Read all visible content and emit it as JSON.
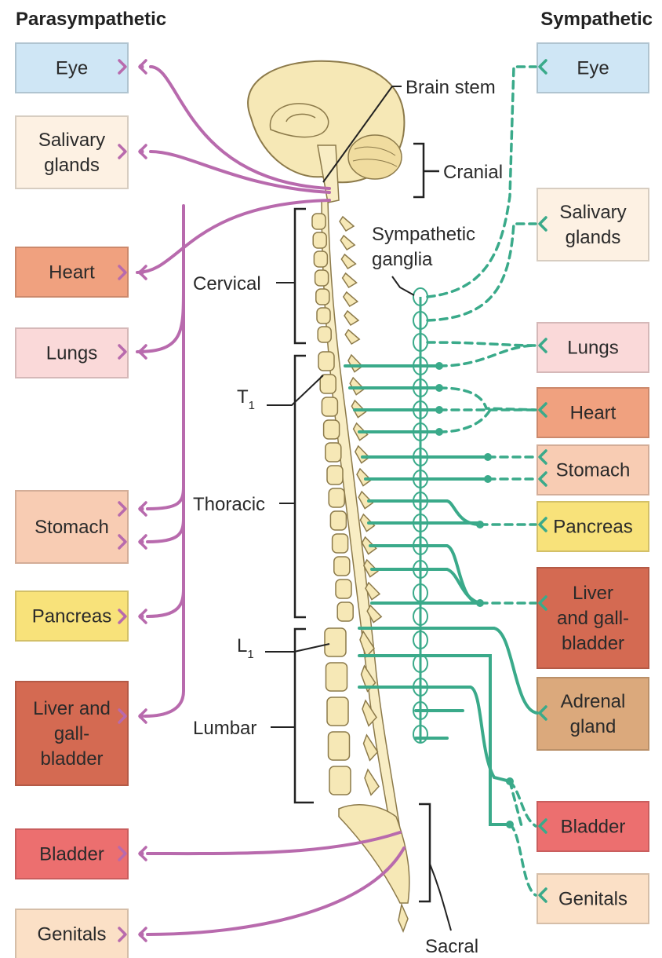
{
  "headings": {
    "left": "Parasympathetic",
    "right": "Sympathetic"
  },
  "parasympathetic_organs": [
    {
      "lines": [
        "Eye"
      ],
      "color": "#cfe6f5"
    },
    {
      "lines": [
        "Salivary",
        "glands"
      ],
      "color": "#fdf1e3"
    },
    {
      "lines": [
        "Heart"
      ],
      "color": "#f0a17f"
    },
    {
      "lines": [
        "Lungs"
      ],
      "color": "#fad9d9"
    },
    {
      "lines": [
        "Stomach"
      ],
      "color": "#f8ccb3"
    },
    {
      "lines": [
        "Pancreas"
      ],
      "color": "#f8e27a"
    },
    {
      "lines": [
        "Liver and",
        "gall-",
        "bladder"
      ],
      "color": "#d46a52"
    },
    {
      "lines": [
        "Bladder"
      ],
      "color": "#ec6f6f"
    },
    {
      "lines": [
        "Genitals"
      ],
      "color": "#fbe0c6"
    }
  ],
  "sympathetic_organs": [
    {
      "lines": [
        "Eye"
      ],
      "color": "#cfe6f5"
    },
    {
      "lines": [
        "Salivary",
        "glands"
      ],
      "color": "#fdf1e3"
    },
    {
      "lines": [
        "Lungs"
      ],
      "color": "#fad9d9"
    },
    {
      "lines": [
        "Heart"
      ],
      "color": "#f0a17f"
    },
    {
      "lines": [
        "Stomach"
      ],
      "color": "#f8ccb3"
    },
    {
      "lines": [
        "Pancreas"
      ],
      "color": "#f8e27a"
    },
    {
      "lines": [
        "Liver",
        "and gall-",
        "bladder"
      ],
      "color": "#d46a52"
    },
    {
      "lines": [
        "Adrenal",
        "gland"
      ],
      "color": "#dba97c"
    },
    {
      "lines": [
        "Bladder"
      ],
      "color": "#ec6f6f"
    },
    {
      "lines": [
        "Genitals"
      ],
      "color": "#fbe0c6"
    }
  ],
  "regions": {
    "brain_stem": "Brain stem",
    "cranial": "Cranial",
    "sympathetic_ganglia": [
      "Sympathetic",
      "ganglia"
    ],
    "cervical": "Cervical",
    "t1_letter": "T",
    "t1_sub": "1",
    "thoracic": "Thoracic",
    "l1_letter": "L",
    "l1_sub": "1",
    "lumbar": "Lumbar",
    "sacral": "Sacral"
  },
  "colors": {
    "parasympathetic": "#b86aad",
    "sympathetic": "#3aaa8a",
    "bone": "#f6e8b6"
  }
}
